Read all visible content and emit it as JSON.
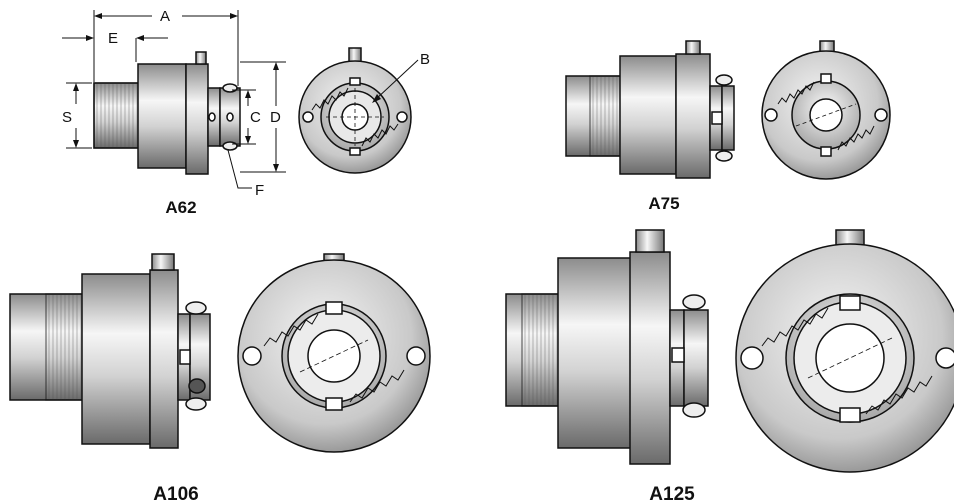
{
  "models": [
    {
      "label": "A62"
    },
    {
      "label": "A75"
    },
    {
      "label": "A106"
    },
    {
      "label": "A125"
    }
  ],
  "dimensions": {
    "a": "A",
    "e": "E",
    "s": "S",
    "c": "C",
    "d": "D",
    "b": "B",
    "f": "F"
  },
  "colors": {
    "outline": "#111111",
    "metal_light": "#f4f4f4",
    "metal_mid": "#b8b8b8",
    "metal_dark": "#6e6e6e"
  }
}
